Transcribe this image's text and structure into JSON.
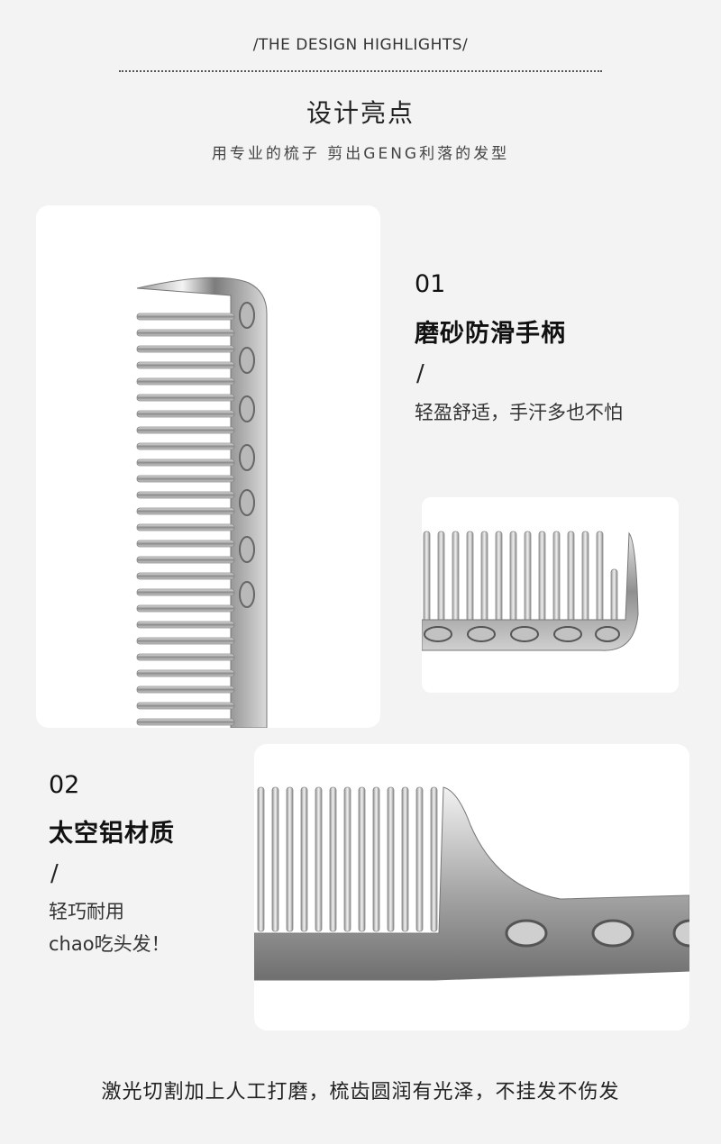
{
  "header": {
    "eyebrow": "/THE DESIGN HIGHLIGHTS/",
    "title": "设计亮点",
    "subtitle": "用专业的梳子 剪出GENG利落的发型"
  },
  "feature1": {
    "number": "01",
    "heading": "磨砂防滑手柄",
    "slash": "/",
    "desc": "轻盈舒适，手汗多也不怕"
  },
  "feature2": {
    "number": "02",
    "heading": "太空铝材质",
    "slash": "/",
    "desc_line1": "轻巧耐用",
    "desc_line2": "chao吃头发！"
  },
  "footer": {
    "text": "激光切割加上人工打磨，梳齿圆润有光泽，不挂发不伤发"
  }
}
